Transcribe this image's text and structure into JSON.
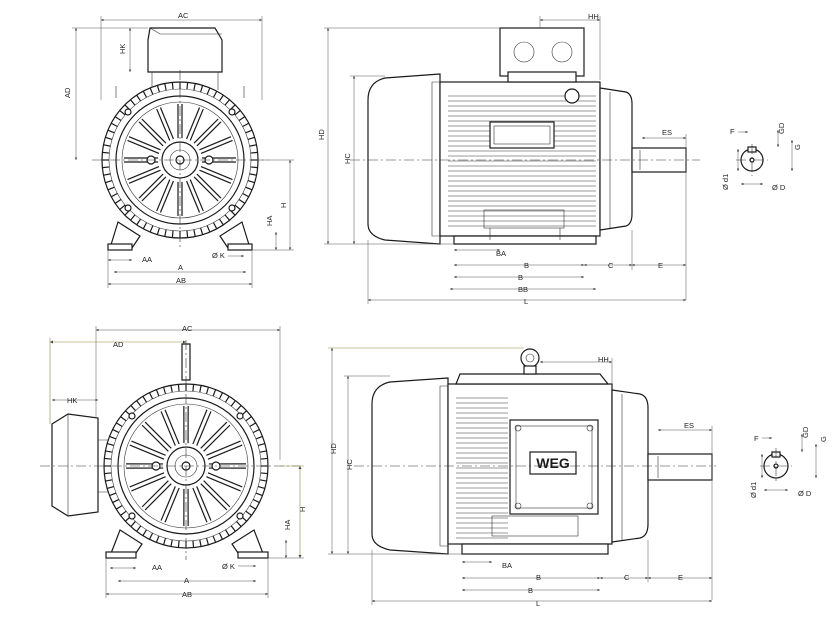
{
  "labels": {
    "AC": "AC",
    "HK": "HK",
    "AD": "AD",
    "H": "H",
    "HA": "HA",
    "AA": "AA",
    "A": "A",
    "AB": "AB",
    "K": "Ø K",
    "HH": "HH",
    "HD": "HD",
    "HC": "HC",
    "ES": "ES",
    "BA": "BA",
    "B": "B",
    "C": "C",
    "E": "E",
    "BB": "BB",
    "L": "L",
    "F": "F",
    "GD": "GD",
    "G": "G",
    "D1": "Ø d1",
    "D": "Ø D"
  },
  "brand": "WEG"
}
